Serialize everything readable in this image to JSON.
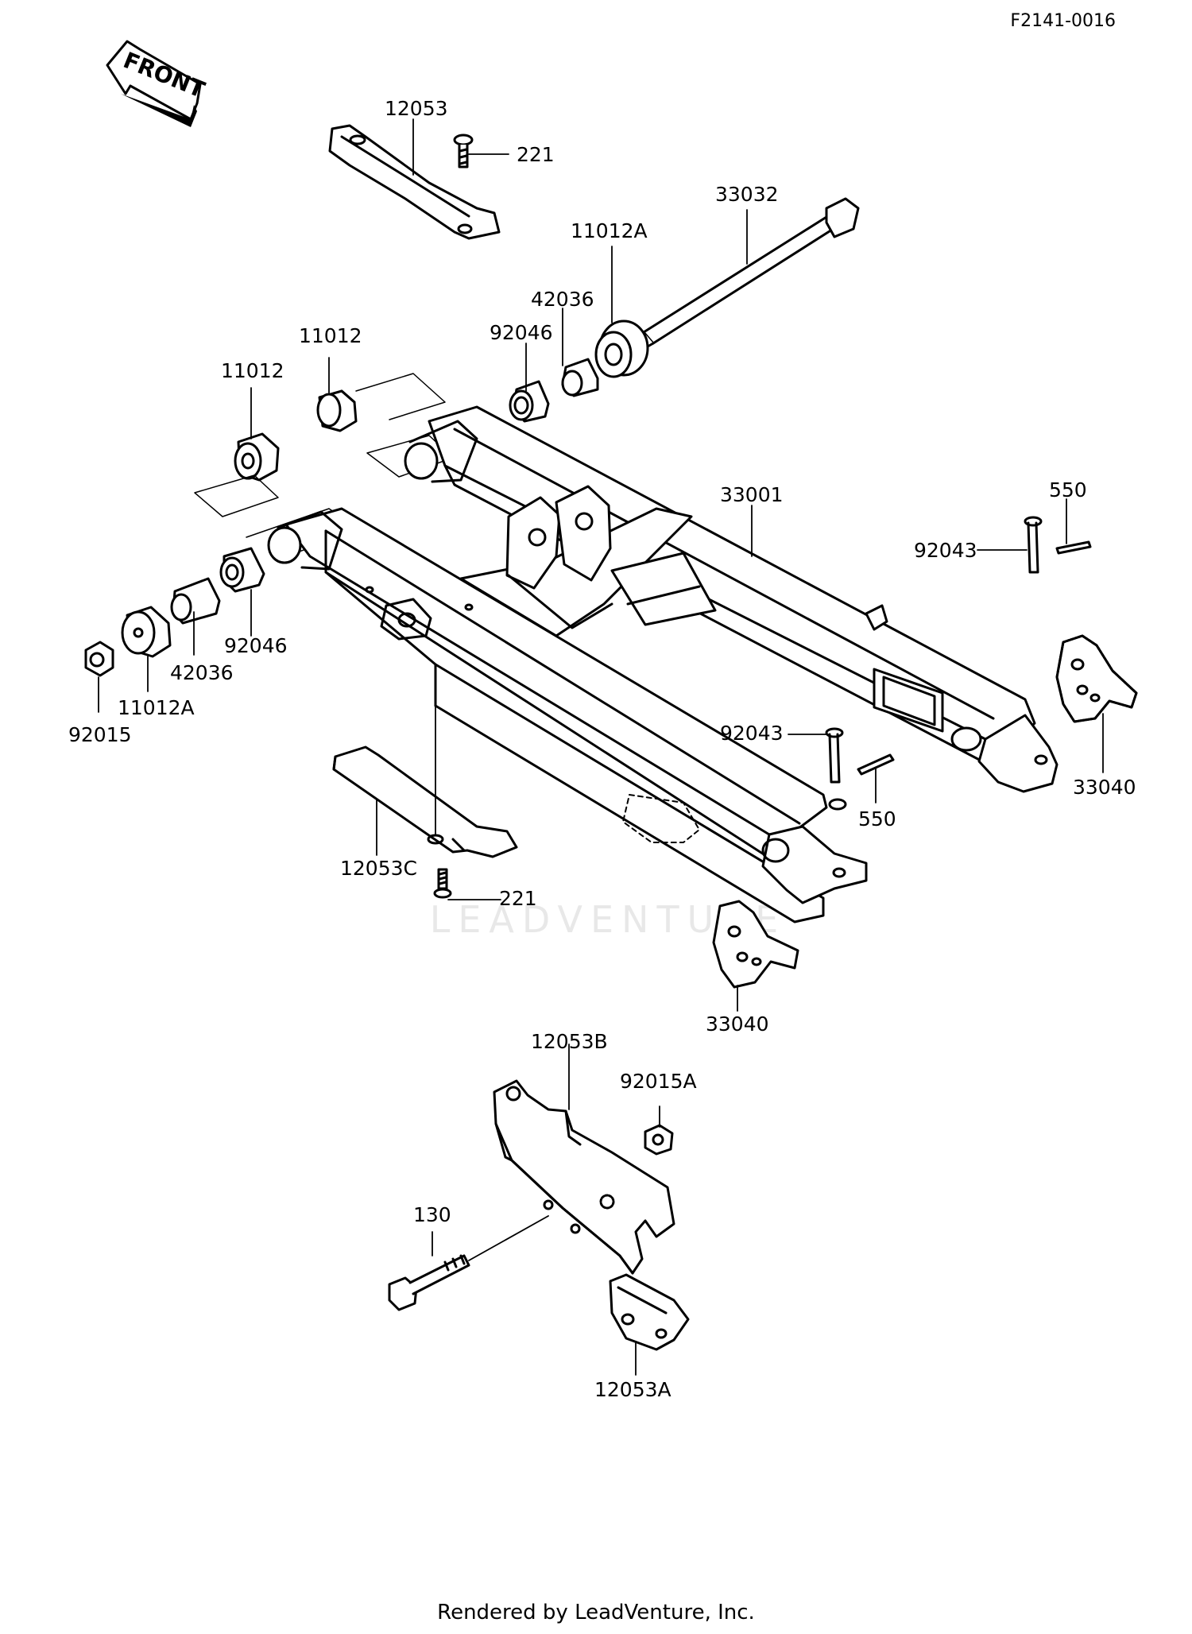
{
  "figure_id": "F2141-0016",
  "front_label": "FRONT",
  "watermark": "LEADVENTURE",
  "footer": "Rendered by LeadVenture, Inc.",
  "parts": {
    "p12053": "12053",
    "p221a": "221",
    "p33032": "33032",
    "p11012a_top": "11012A",
    "p42036_top": "42036",
    "p92046_top": "92046",
    "p11012_mid": "11012",
    "p11012_left": "11012",
    "p33001": "33001",
    "p550_top": "550",
    "p92043_top": "92043",
    "p92046_bot": "92046",
    "p42036_bot": "42036",
    "p11012a_bot": "11012A",
    "p92015": "92015",
    "p92043_mid": "92043",
    "p33040_right": "33040",
    "p550_mid": "550",
    "p12053c": "12053C",
    "p221b": "221",
    "p33040_bot": "33040",
    "p12053b": "12053B",
    "p92015a": "92015A",
    "p130": "130",
    "p12053a": "12053A"
  }
}
